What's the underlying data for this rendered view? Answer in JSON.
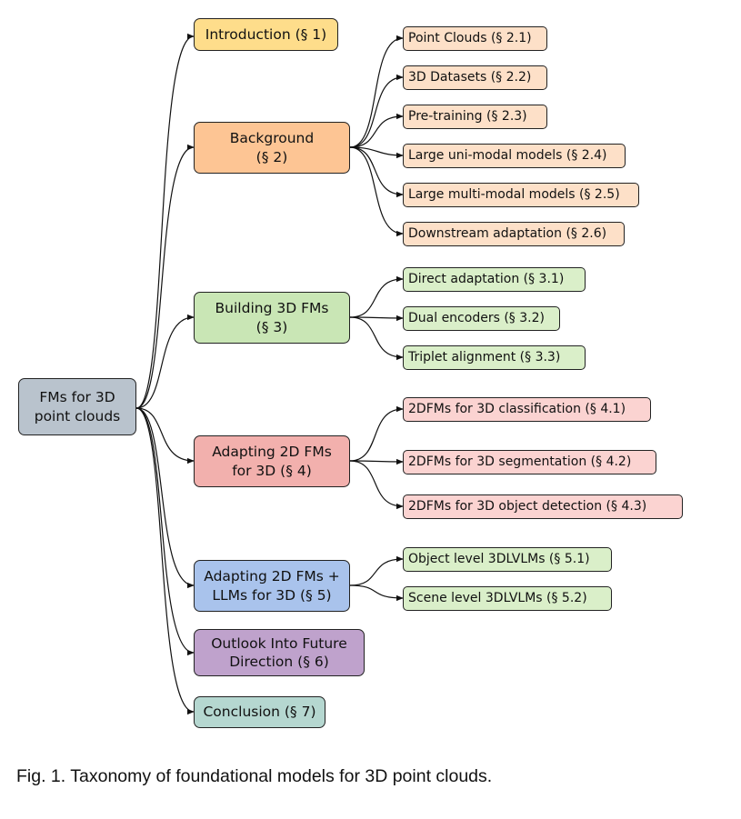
{
  "root": {
    "label": "FMs for 3D\npoint clouds"
  },
  "sections": [
    {
      "label": "Introduction (§ 1)"
    },
    {
      "label": "Background\n(§ 2)"
    },
    {
      "label": "Building 3D FMs\n(§ 3)"
    },
    {
      "label": "Adapting 2D FMs\nfor 3D (§ 4)"
    },
    {
      "label": "Adapting 2D FMs +\nLLMs for 3D (§ 5)"
    },
    {
      "label": "Outlook Into Future\nDirection (§ 6)"
    },
    {
      "label": "Conclusion (§ 7)"
    }
  ],
  "subsections": [
    {
      "label": "Point Clouds (§ 2.1)"
    },
    {
      "label": "3D Datasets (§ 2.2)"
    },
    {
      "label": "Pre-training (§ 2.3)"
    },
    {
      "label": "Large uni-modal models (§ 2.4)"
    },
    {
      "label": "Large multi-modal models (§ 2.5)"
    },
    {
      "label": "Downstream adaptation (§ 2.6)"
    },
    {
      "label": "Direct adaptation (§ 3.1)"
    },
    {
      "label": "Dual encoders (§ 3.2)"
    },
    {
      "label": "Triplet alignment (§ 3.3)"
    },
    {
      "label": "2DFMs for 3D classification (§ 4.1)"
    },
    {
      "label": "2DFMs for 3D segmentation (§ 4.2)"
    },
    {
      "label": "2DFMs for 3D object detection (§ 4.3)"
    },
    {
      "label": "Object level 3DLVLMs (§ 5.1)"
    },
    {
      "label": "Scene level 3DLVLMs (§ 5.2)"
    }
  ],
  "caption": "Fig. 1. Taxonomy of foundational models for 3D point clouds."
}
